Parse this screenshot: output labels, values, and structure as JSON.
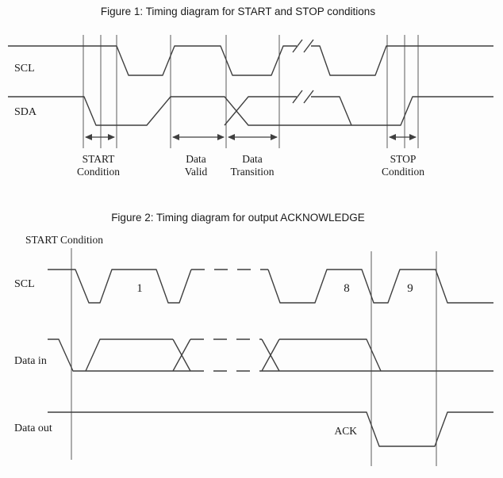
{
  "figure1": {
    "title": "Figure 1: Timing diagram for START and STOP conditions",
    "scl_label": "SCL",
    "sda_label": "SDA",
    "annotations": {
      "start": {
        "line1": "START",
        "line2": "Condition"
      },
      "data_valid": {
        "line1": "Data",
        "line2": "Valid"
      },
      "data_transition": {
        "line1": "Data",
        "line2": "Transition"
      },
      "stop": {
        "line1": "STOP",
        "line2": "Condition"
      }
    }
  },
  "figure2": {
    "title": "Figure 2: Timing diagram for output ACKNOWLEDGE",
    "start_condition_label": "START Condition",
    "scl_label": "SCL",
    "data_in_label": "Data in",
    "data_out_label": "Data out",
    "ack_label": "ACK",
    "clock_numbers": {
      "first": "1",
      "eighth": "8",
      "ninth": "9"
    }
  },
  "colors": {
    "line": "#3f3f3f",
    "background": "#fdfdfd",
    "text": "#1a1a1a"
  }
}
